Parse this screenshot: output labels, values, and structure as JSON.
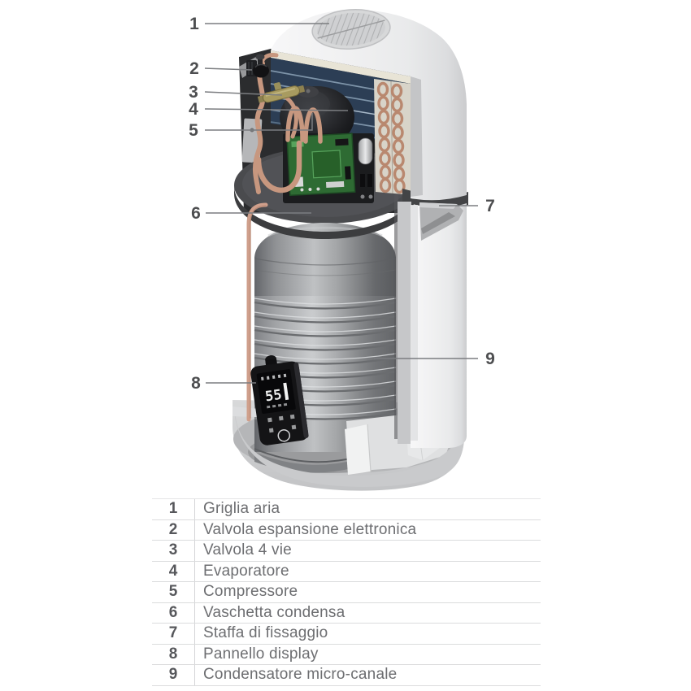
{
  "callouts": [
    {
      "number": "1",
      "label": "Griglia aria"
    },
    {
      "number": "2",
      "label": "Valvola espansione elettronica"
    },
    {
      "number": "3",
      "label": "Valvola 4 vie"
    },
    {
      "number": "4",
      "label": "Evaporatore"
    },
    {
      "number": "5",
      "label": "Compressore"
    },
    {
      "number": "6",
      "label": "Vaschetta condensa"
    },
    {
      "number": "7",
      "label": "Staffa di fissaggio"
    },
    {
      "number": "8",
      "label": "Pannello display"
    },
    {
      "number": "9",
      "label": "Condensatore micro-canale"
    }
  ],
  "display": {
    "reading": "55"
  },
  "colors": {
    "leader_line": "#7b7d80",
    "callout_number": "#4d4e50",
    "legend_text": "#6d6e71",
    "legend_number": "#56575b",
    "legend_divider": "#d4d5d7",
    "shell_white": "#ededee",
    "evaporator_blue": "#2c3e55",
    "copper_pipe": "#c7977f",
    "pcb_green": "#2e6b33",
    "tank_silver": "#a7a9ab",
    "tray_gray": "#47484a",
    "base_gray": "#ced0d2",
    "display_black": "#141416",
    "foam_white": "#f1f2f2"
  }
}
